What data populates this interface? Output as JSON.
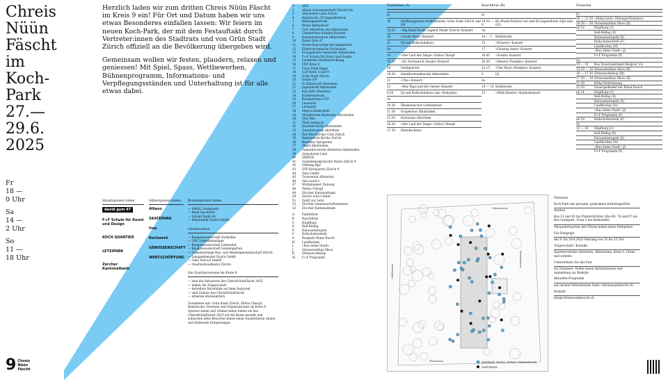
{
  "title_lines": [
    "Chreis",
    "Nüün",
    "Fäscht",
    "im",
    "Koch-",
    "Park",
    "27.—",
    "29.6.",
    "2025"
  ],
  "hours": [
    {
      "day": "Fr",
      "range": "18 —",
      "end": "0 Uhr"
    },
    {
      "day": "Sa",
      "range": "14 —",
      "end": "2 Uhr"
    },
    {
      "day": "So",
      "range": "11 —",
      "end": "18 Uhr"
    }
  ],
  "intro": {
    "p1": "Herzlich laden wir zum dritten Chreis Nüün Fäscht im Kreis 9 ein! Für Ort und Datum haben wir uns etwas Besonderes einfallen lassen: Wir feiern im neuen Koch-Park, der mit dem Festauftakt durch Vertreter:innen des Stadtrats und von Grün Stadt Zürich offiziell an die Bevölkerung übergeben wird.",
    "p2": "Gemeinsam wollen wir festen, plaudern, relaxen und geniessen! Mit Spiel, Spass, Wettbewerben, Bühnenprogramm, Informations- und Verpflegungsständen und Unterhaltung ist für alle etwas dabei."
  },
  "stands": [
    [
      "1",
      "AHZ"
    ],
    [
      "2",
      "Albani Genossenschaft Zürich-City"
    ],
    [
      "3",
      "Alternative Liste Zürich"
    ],
    [
      "4",
      "Beizlisocke, 63 Jugendfestival"
    ],
    [
      "5",
      "Bildungszentrum"
    ],
    [
      "6",
      "Bruno Balkanfood"
    ],
    [
      "7",
      "Cevi Altstetten und Albisrieden"
    ],
    [
      "8",
      "Chinderhaus Kribbel Krabbel"
    ],
    [
      "9",
      "Damenturnverein Albisrieden"
    ],
    [
      "10",
      "David Gym 47"
    ],
    [
      "11",
      "Deutschsprachige Kirchgemeinde"
    ],
    [
      "12",
      "Elektrotechnische Fachschule"
    ],
    [
      "13",
      "Evangelische Gemeinde Albisrieden"
    ],
    [
      "14",
      "F+F Schule für Kunst und Design"
    ],
    [
      "15",
      "Fachstelle Stadtentwicklung"
    ],
    [
      "16",
      "FDP Kreis 9"
    ],
    [
      "17",
      "Freie Pfadi Sappi"
    ],
    [
      "18",
      "GLP Kreis 3 und 9"
    ],
    [
      "19",
      "Grün Stadt Zürich"
    ],
    [
      "20",
      "Grüne 3/9"
    ],
    [
      "21",
      "IG Kulturcafé Altstetten"
    ],
    [
      "22",
      "Jugendtreff Albisrieden"
    ],
    [
      "23",
      "Kita KiKi Altstetten"
    ],
    [
      "24",
      "Kinderzentrum"
    ],
    [
      "25",
      "Kreisparteien SVP"
    ],
    [
      "26",
      "Leonardo"
    ],
    [
      "27",
      "Letzipark"
    ],
    [
      "28",
      "Migros Klubschule"
    ],
    [
      "29",
      "Musikverein Harmonie Albisrieden"
    ],
    [
      "30",
      "Otto Mio"
    ],
    [
      "31",
      "Pfadi Sempach"
    ],
    [
      "32",
      "Quartierverein Albisrieden"
    ],
    [
      "33",
      "Quartierverein Altstetten"
    ],
    [
      "34",
      "Red Box Hockey Club Zürich"
    ],
    [
      "35",
      "Reformierte Kirche Zürich"
    ],
    [
      "36",
      "Residenz Spirgarten"
    ],
    [
      "37",
      "Shadi Albisrieden"
    ],
    [
      "38",
      "Samariterverein Altstetten-Albisrieden"
    ],
    [
      "39",
      "Schachclub Letzi"
    ],
    [
      "40",
      "SERVIN"
    ],
    [
      "41",
      "Sozialdemokratische Partei Zürich 9"
    ],
    [
      "42",
      "Stiftung RgZ"
    ],
    [
      "43",
      "SVP Kreispartei Zürich 9"
    ],
    [
      "44",
      "Tenz GmbH"
    ],
    [
      "45",
      "Turnverein Altstetten"
    ],
    [
      "46",
      "Van Laack's"
    ],
    [
      "47",
      "Wohnzimmer Zwyssig"
    ],
    [
      "48",
      "Zirkus Chnopf"
    ],
    [
      "49",
      "Zürcher Kantonalbank"
    ],
    [
      "50",
      "Zürich Auto-Center"
    ],
    [
      "51",
      "Zunft zur Letzi"
    ],
    [
      "52",
      "Zürcher Gemeinschaftszentren"
    ],
    [
      "53",
      "Zürcher Kantonalbank"
    ]
  ],
  "areas": [
    [
      "A",
      "Parkführer"
    ],
    [
      "B",
      "Rauchfreie"
    ],
    [
      "C",
      "Hüpfburg"
    ],
    [
      "D",
      "Ball-Riding"
    ],
    [
      "E",
      "Harassenstapeln"
    ],
    [
      "F",
      "Rollschuhverleih"
    ],
    [
      "G",
      "Bauplatz Bünzi Rauch"
    ],
    [
      "H",
      "Landhockey"
    ],
    [
      "I",
      "«Bau deine Stadt»"
    ],
    [
      "J",
      "Strassenzirkus-Show"
    ],
    [
      "K",
      "Zirkusworkshop"
    ],
    [
      "M",
      "F+F Programm"
    ]
  ],
  "schedule_a": {
    "header": "Parkbühne (A)",
    "rows": [
      [
        "Fr",
        ""
      ],
      [
        "18",
        "Eröffnungsrede Stadträtinnen, Grün Stadt Zürich und GK"
      ],
      [
        "18.30",
        "«Big Band Stadt» Jugend Musik Zürich» Konzert"
      ],
      [
        "20",
        "«Lucky Boys» Konzert"
      ],
      [
        "22",
        "DJ und Rollschuhdisco"
      ],
      [
        "Sa",
        ""
      ],
      [
        "14",
        "«Der Lauf der Dinge» Zirkus Chnopf"
      ],
      [
        "16.30",
        "«Dr. Dechand & Staubi» Konzert"
      ],
      [
        "18",
        "Festlgenoter"
      ],
      [
        "19.30",
        "Handharmonikaclub Albisrieden"
      ],
      [
        "21",
        "«The» Konzert"
      ],
      [
        "23",
        "«Hey Papa and the Geese» Konzert"
      ],
      [
        "0.30",
        "DJ und Rollschuhdisco mit «Rollyslee»"
      ],
      [
        "So",
        ""
      ],
      [
        "10.30",
        "Ökumenischer Gottesdienst"
      ],
      [
        "11.30",
        "Gospelchor Albisrieden"
      ],
      [
        "13.30",
        "Harmonie Altstetten"
      ],
      [
        "16.30",
        "«Der Lauf der Dinge» Zirkus Chnopf"
      ],
      [
        "17.30",
        "Festabschluss"
      ]
    ]
  },
  "schedule_b": {
    "header": "Rauchfreie (B)",
    "rows": [
      [
        "Fr",
        ""
      ],
      [
        "18.30 — 0",
        "Kü Musik-Festival von und für Jugendliche (OJA und GZ)"
      ],
      [
        "Sa",
        ""
      ],
      [
        "14 — 1",
        "Beizlisocke"
      ],
      [
        "15",
        "«Nowera» Konzert"
      ],
      [
        "17",
        "«Chasing Anne» Konzert"
      ],
      [
        "18.45",
        "«Soulfa» Konzert"
      ],
      [
        "20.30",
        "«Deserto Paradiso» Konzert"
      ],
      [
        "22.15",
        "«The Music Monkeys» Konzert"
      ],
      [
        "0",
        "DJ"
      ],
      [
        "So",
        ""
      ],
      [
        "14 — 18",
        "Beizlisocke"
      ],
      [
        "15",
        "«Wifdi Blaster» Kinderkonzert"
      ]
    ]
  },
  "schedule_c": {
    "header": "Festareal",
    "rows": [
      [
        "Fr",
        ""
      ],
      [
        "18 — 21.30",
        "«Heinz baut» Zirkusperformance"
      ],
      [
        "20.30 — 30",
        "Strassenzirkus-Show (K)"
      ],
      [
        "ab 18",
        "Hüpfburg (C)"
      ],
      [
        "",
        "Ball-Riding (D)"
      ],
      [
        "",
        "Harassenstapeln (E)"
      ],
      [
        "",
        "Rollschuhverleih (F)"
      ],
      [
        "",
        "Landhockey (H)"
      ],
      [
        "",
        "«Bau deine Stadt» (J)"
      ],
      [
        "",
        "F+F Programm (P)"
      ],
      [
        "Sa",
        ""
      ],
      [
        "14 — 18",
        "Bau Feuerspektakel-Skulptur (G)"
      ],
      [
        "15.30 — 16",
        "Strassenzirkus-Show (K)"
      ],
      [
        "16 — 17.30",
        "Zirkusworkshop (M)"
      ],
      [
        "17.30 — 18",
        "Strassenzirkus-Show (K)"
      ],
      [
        "21.30",
        "Bölig Verbrennung"
      ],
      [
        "22.30",
        "Feuerspektakel mit Bünzi Rauch"
      ],
      [
        "ab 14",
        "Hüpfburg (C)"
      ],
      [
        "",
        "Ball-Riding (D)"
      ],
      [
        "",
        "Harassenstapeln (E)"
      ],
      [
        "",
        "Landhockey (H)"
      ],
      [
        "",
        "«Bau deine Stadt» (J)"
      ],
      [
        "",
        "F+F Programm (P)"
      ],
      [
        "ab 18",
        "Rollschuhverleih (F)"
      ],
      [
        "So",
        ""
      ],
      [
        "12 — 18",
        "Hüpfburg (C)"
      ],
      [
        "",
        "Ball-Riding (D)"
      ],
      [
        "",
        "Harassenstapeln (E)"
      ],
      [
        "",
        "Landhockey (H)"
      ],
      [
        "",
        "«Bau deine Stadt» (J)"
      ],
      [
        "",
        "F+F Programm (P)"
      ]
    ]
  },
  "sponsors": {
    "haupt_title": "Hauptsponsor:innen",
    "haupt": [
      "david gym 47",
      "F+F Schule für Kunst und Design",
      "KOCH QUARTIER",
      "LETZIPARK",
      "Zürcher Kantonalbank"
    ],
    "silber_title": "Silbersponsor:innen",
    "silber": [
      "Allianz",
      "SKATEPARK",
      "free",
      "Kochwerk",
      "GENOSSENSCHAFT",
      "WERTSCHÖPFUNG"
    ],
    "bronze_title": "Bronzesponsor:innen",
    "bronze": [
      "AMAG Letzigrund",
      "Bank Spacholer",
      "Valiant Bank AG",
      "Winchmühl Zürich GmbH"
    ],
    "goenner_title": "Gönner:innen",
    "goenner": [
      "Baugenossenschaft Zurlinden",
      "GBL Gemeindeanlage",
      "Baugenossenschaft Limmattal",
      "Baugenossenschaft Sonnengarten",
      "Gemeinnützige Bau- und Mietergenossenschaft Zürich",
      "Lenggenbergier Druck GmbH",
      "Osko Service GmbH",
      "Quartierkoodinator Zürich"
    ],
    "verein_title": "Die Quartiervereine im Kreis 9",
    "verein": [
      "sind die Initiatoren des ChreisNüünFäscht 2025",
      "bilden die Trägerschaft",
      "betreiben Infostände auf dem Festareal",
      "sind Gönner des ChreisNüünFäscht",
      "arbeiten ehrenamtlich."
    ],
    "zusammen": "Zusammen mit: Grün Stadt Zürich, Zirkus Chnopf, Beizlisocke, Vereinen und Organisationen im Kreis 9, Sponsor:innen und Gönner:innen haben sie das ChreisNüünFäscht 2025 auf die Beine gestellt und wünschen allen Besucher:innen einen wunderbaren Anlass und bleibende Erinnerungen"
  },
  "legend": {
    "items": [
      "Festareal",
      "Koch-Park mit grossem, gedecktem Kulturlagerfeld.",
      "Anreise",
      "Bus 31 und 83 bis Fluntern/Güter, Bus 80, 78 und 67 bis Bus Letzipark, Tram 2 bis Heimstätte",
      "Velopark/Quartier der Fläche haben keine Parkplätze",
      "Für Hungrige",
      "Am 9. bis 28.8.2025 Heizung von 10 bis 15 Uhr",
      "Trägerschaft / Kontakt",
      "Quartiervereine Altstetten, Albisrieden, Kreis 9, Grüne und weitere.",
      "Unterstützen Sie das Fest",
      "als Volunteer: Helfer:innen Informationen und Anmeldung via Website",
      "Aktuelles Programm",
      "auf unserer Informations-Seite: chreisnuunfaescht.ch",
      "Kontakt",
      "info@chreisnuunfaescht.ch"
    ],
    "map_label": "Infostände, Vereine, Firmen, Organisationen",
    "map_label2": "Gastronomie",
    "street1": "Flurstrasse",
    "street2": "Hohlstrasse",
    "street3": "Bernerstrasse",
    "street4": "Güterstrasse"
  },
  "logo": {
    "big": "9",
    "sm": [
      "Chreis",
      "Nüün",
      "Fäscht"
    ]
  }
}
